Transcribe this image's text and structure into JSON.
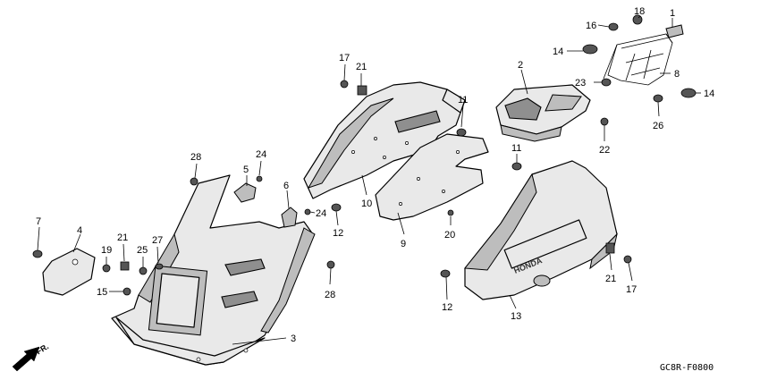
{
  "diagram": {
    "callouts": [
      "1",
      "2",
      "3",
      "4",
      "5",
      "6",
      "7",
      "8",
      "9",
      "10",
      "11",
      "11",
      "12",
      "12",
      "13",
      "14",
      "14",
      "15",
      "16",
      "17",
      "17",
      "18",
      "19",
      "20",
      "21",
      "21",
      "21",
      "22",
      "23",
      "24",
      "24",
      "25",
      "26",
      "27",
      "28",
      "28"
    ],
    "diagram_code": "GC8R-F0800",
    "direction_label": "FR.",
    "emblem_text": "HONDA"
  }
}
